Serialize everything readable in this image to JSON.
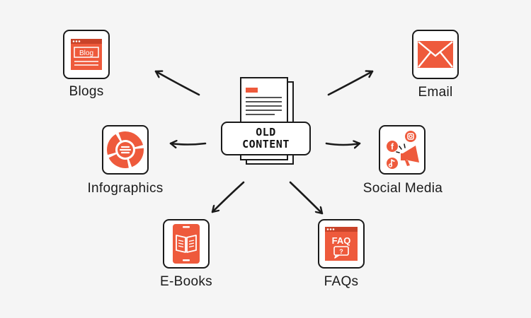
{
  "center": {
    "line1": "OLD",
    "line2": "CONTENT"
  },
  "nodes": {
    "blogs": {
      "label": "Blogs",
      "icon": "blog-browser-icon",
      "icon_text": "Blog"
    },
    "email": {
      "label": "Email",
      "icon": "envelope-icon"
    },
    "infographics": {
      "label": "Infographics",
      "icon": "donut-chart-icon"
    },
    "social_media": {
      "label": "Social Media",
      "icon": "megaphone-social-icon"
    },
    "ebooks": {
      "label": "E-Books",
      "icon": "tablet-book-icon"
    },
    "faqs": {
      "label": "FAQs",
      "icon": "faq-browser-icon",
      "icon_text": "FAQ"
    }
  },
  "colors": {
    "accent": "#ee5a3c",
    "outline": "#1a1a1a",
    "background": "#f5f5f5"
  }
}
